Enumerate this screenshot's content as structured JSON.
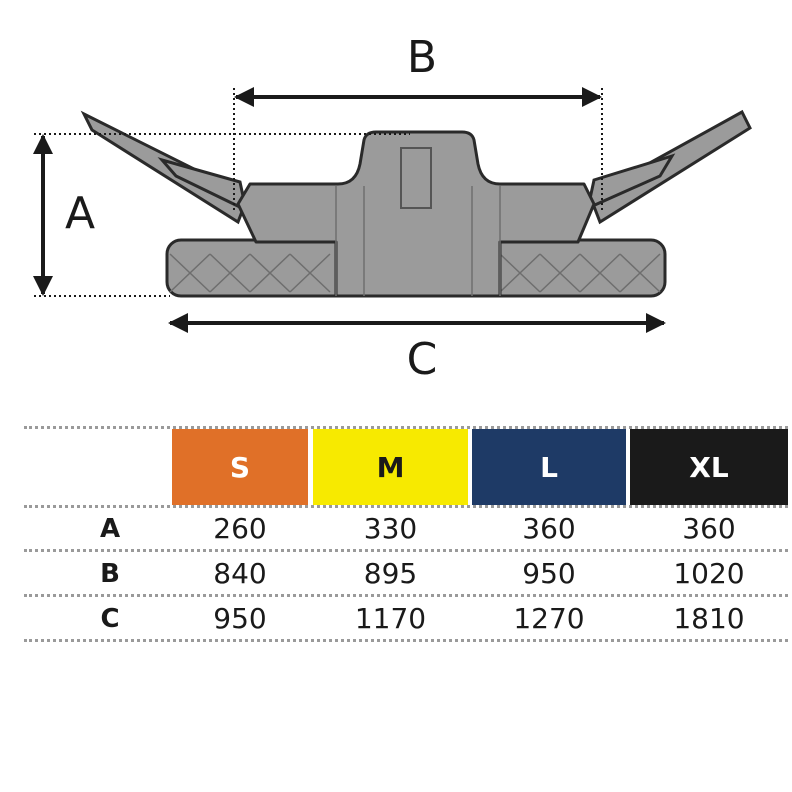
{
  "diagram": {
    "labels": {
      "a": "A",
      "b": "B",
      "c": "C"
    },
    "colors": {
      "body": "#9b9b9b",
      "outline": "#2a2a2a",
      "arrow": "#1a1a1a"
    }
  },
  "table": {
    "sizes": [
      {
        "label": "S",
        "color": "#e07028",
        "text_color": "#ffffff"
      },
      {
        "label": "M",
        "color": "#f7ea00",
        "text_color": "#1a1a1a"
      },
      {
        "label": "L",
        "color": "#1e3a66",
        "text_color": "#ffffff"
      },
      {
        "label": "XL",
        "color": "#1a1a1a",
        "text_color": "#ffffff"
      }
    ],
    "rows": [
      {
        "label": "A",
        "values": [
          "260",
          "330",
          "360",
          "360"
        ]
      },
      {
        "label": "B",
        "values": [
          "840",
          "895",
          "950",
          "1020"
        ]
      },
      {
        "label": "C",
        "values": [
          "950",
          "1170",
          "1270",
          "1810"
        ]
      }
    ]
  }
}
